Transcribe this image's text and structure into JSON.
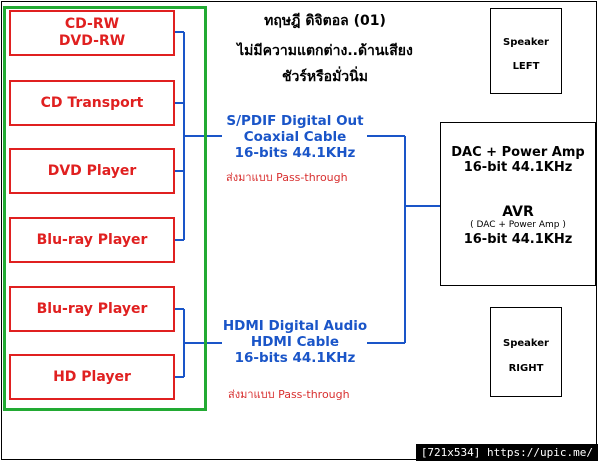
{
  "title_lines": [
    "ทฤษฎี ดิจิตอล (01)",
    "ไม่มีความแตกต่าง..ด้านเสียง",
    "ชัวร์หรือมั่วนิ่ม"
  ],
  "sources": [
    "CD-RW\nDVD-RW",
    "CD Transport",
    "DVD Player",
    "Blu-ray Player",
    "Blu-ray Player",
    "HD Player"
  ],
  "spdif": {
    "lines": [
      "S/PDIF Digital Out",
      "Coaxial Cable",
      "16-bits 44.1KHz"
    ],
    "note": "ส่งมาแบบ   Pass-through"
  },
  "hdmi": {
    "lines": [
      "HDMI Digital Audio",
      "HDMI Cable",
      "16-bits 44.1KHz"
    ],
    "note": "ส่งมาแบบ   Pass-through"
  },
  "speaker_left": {
    "title": "Speaker",
    "side": "LEFT"
  },
  "speaker_right": {
    "title": "Speaker",
    "side": "RIGHT"
  },
  "dac": {
    "line1": "DAC + Power Amp",
    "line2": "16-bit 44.1KHz",
    "avr": "AVR",
    "avr_sub": "( DAC + Power Amp )",
    "line3": "16-bit 44.1KHz"
  },
  "watermark": "[721x534] https://upic.me/",
  "colors": {
    "source_border": "#e02020",
    "group_border": "#22aa33",
    "wire": "#1a55c8",
    "note": "#d83030"
  }
}
